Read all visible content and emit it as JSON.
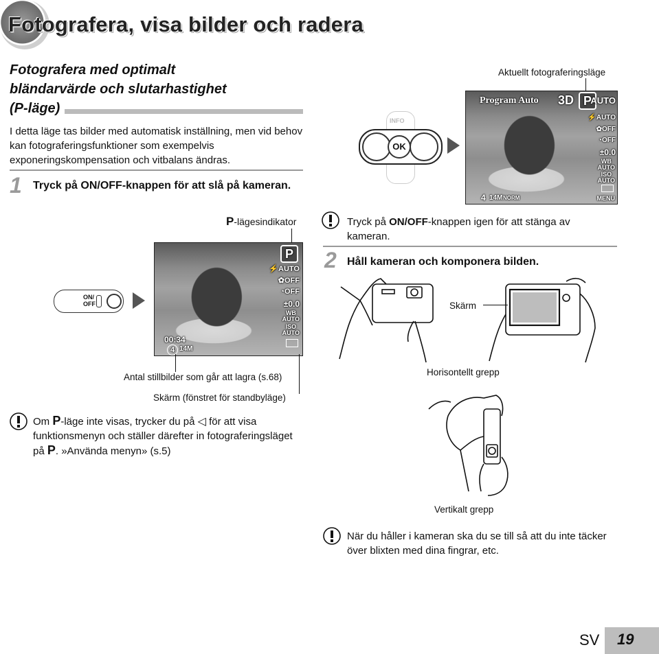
{
  "title": "Fotografera, visa bilder och radera",
  "section": {
    "heading_l1": "Fotografera med optimalt",
    "heading_l2": "bländarvärde och slutarhastighet",
    "heading_l3": "(P-läge)",
    "intro": "I detta läge tas bilder med automatisk inställning, men vid behov kan fotograferingsfunktioner som exempelvis exponeringskompensation och vitbalans ändras."
  },
  "step1": {
    "number": "1",
    "text_before": "Tryck på ",
    "button_name": "ON/OFF",
    "text_after": "-knappen för att slå på kameran."
  },
  "labels": {
    "p_indicator_letter": "P",
    "p_indicator_text": "-lägesindikator",
    "stills_count": "Antal stillbilder som går att lagra (s.68)",
    "standby_screen": "Skärm (fönstret för standbyläge)",
    "current_mode": "Aktuellt fotograferingsläge",
    "screen": "Skärm",
    "horizontal_grip": "Horisontellt grepp",
    "vertical_grip": "Vertikalt grepp"
  },
  "onoff_switch": {
    "line1": "ON/",
    "line2": "OFF"
  },
  "lcd_small": {
    "p": "P",
    "flash": "⚡AUTO",
    "macro": "✿OFF",
    "self": "◔OFF",
    "ev": "±0.0",
    "wb1": "WB",
    "wb2": "AUTO",
    "iso1": "ISO",
    "iso2": "AUTO",
    "time": "00:34",
    "count": "4",
    "size": "14M"
  },
  "lcd_large": {
    "mode_text": "Program Auto",
    "mode_3d": "3D",
    "mode_p": "P",
    "auto": "AUTO",
    "flash": "⚡AUTO",
    "macro": "✿OFF",
    "self": "◔OFF",
    "ev": "±0.0",
    "wb1": "WB",
    "wb2": "AUTO",
    "iso1": "ISO",
    "iso2": "AUTO",
    "menu": "MENU",
    "count": "4",
    "size": "14M",
    "quality": "NORM"
  },
  "ok_button": {
    "label": "OK",
    "info": "INFO"
  },
  "note1": {
    "pre": "Om ",
    "p": "P",
    "mid1": "-läge inte visas, trycker du på ",
    "arrow": "◁",
    "mid2": " för att visa funktionsmenyn och ställer därefter in fotograferingsläget på ",
    "p2": "P",
    "post": ". »Använda menyn» (s.5)"
  },
  "note2": {
    "pre": "Tryck på ",
    "button_name": "ON/OFF",
    "post": "-knappen igen för att stänga av kameran."
  },
  "step2": {
    "number": "2",
    "text": "Håll kameran och komponera bilden."
  },
  "note3": {
    "text": "När du håller i kameran ska du se till så att du inte täcker över blixten med dina fingrar, etc."
  },
  "footer": {
    "lang": "SV",
    "page": "19"
  }
}
